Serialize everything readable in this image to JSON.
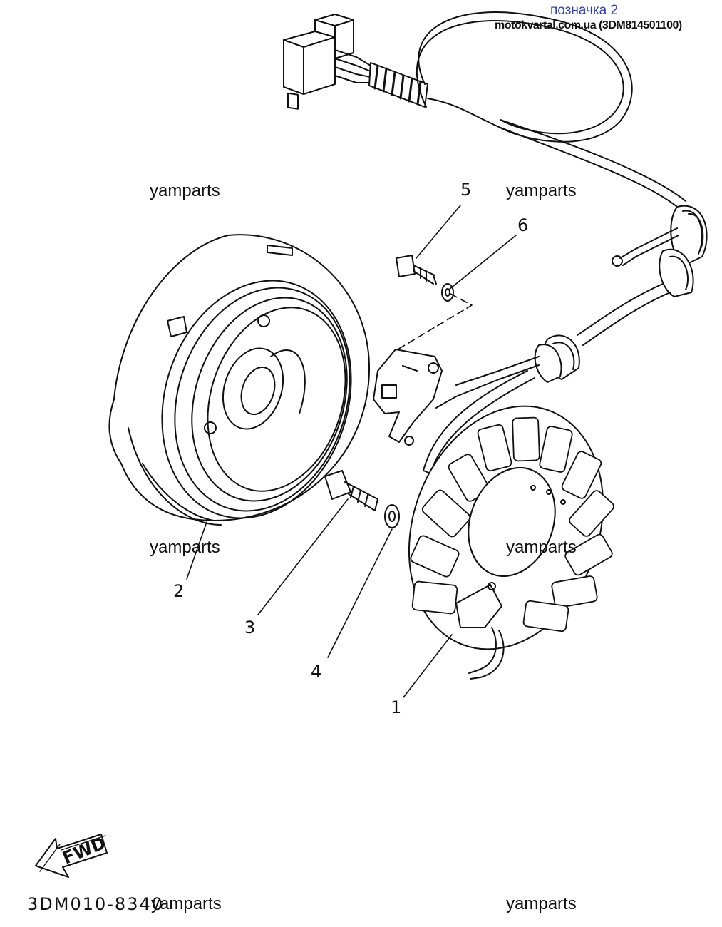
{
  "header": {
    "link_label": "позначка 2",
    "source_line": "motokvartal.com.ua (3DM814501100)"
  },
  "watermarks": [
    "yamparts",
    "yamparts",
    "yamparts",
    "yamparts",
    "yamparts",
    "yamparts"
  ],
  "diagram": {
    "code": "3DM010-8340",
    "fwd_label": "FWD",
    "callouts": [
      "1",
      "2",
      "3",
      "4",
      "5",
      "6"
    ],
    "parts": [
      {
        "ref": "1",
        "name": "stator-assembly"
      },
      {
        "ref": "2",
        "name": "rotor-flywheel"
      },
      {
        "ref": "3",
        "name": "bolt"
      },
      {
        "ref": "4",
        "name": "washer"
      },
      {
        "ref": "5",
        "name": "screw"
      },
      {
        "ref": "6",
        "name": "washer"
      }
    ]
  },
  "colors": {
    "ink": "#111111",
    "link": "#2a3cc8",
    "background": "#ffffff"
  }
}
